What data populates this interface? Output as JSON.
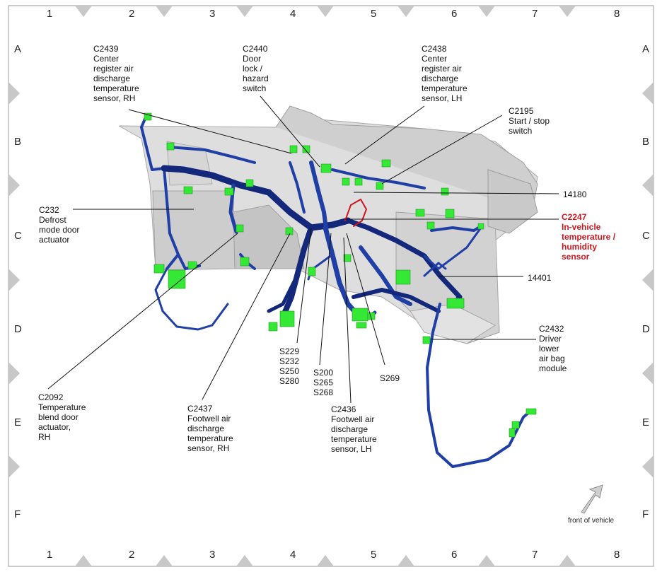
{
  "grid": {
    "columns": [
      "1",
      "2",
      "3",
      "4",
      "5",
      "6",
      "7",
      "8"
    ],
    "rows": [
      "A",
      "B",
      "C",
      "D",
      "E",
      "F"
    ]
  },
  "callouts": {
    "c2439": "C2439\nCenter\nregister air\ndischarge\ntemperature\nsensor, RH",
    "c2440": "C2440\nDoor\nlock /\nhazard\nswitch",
    "c2438": "C2438\nCenter\nregister air\ndischarge\ntemperature\nsensor, LH",
    "c2195": "C2195\nStart / stop\nswitch",
    "n14180": "14180",
    "c232": "C232\nDefrost\nmode door\nactuator",
    "c2247": "C2247\nIn-vehicle\ntemperature /\nhumidity\nsensor",
    "n14401": "14401",
    "c2432": "C2432\nDriver\nlower\nair bag\nmodule",
    "s229": "S229\nS232\nS250\nS280",
    "s200": "S200\nS265\nS268",
    "s269": "S269",
    "c2092": "C2092\nTemperature\nblend door\nactuator,\nRH",
    "c2437": "C2437\nFootwell air\ndischarge\ntemperature\nsensor, RH",
    "c2436": "C2436\nFootwell air\ndischarge\ntemperature\nsensor, LH"
  },
  "front_label": "front of vehicle",
  "colors": {
    "harness": "#1f3fa6",
    "harness_dark": "#13287a",
    "connector": "#35e835",
    "highlight": "#d0151e",
    "panel": "#d7d7d7",
    "frame_marker": "#c8c8c8"
  }
}
